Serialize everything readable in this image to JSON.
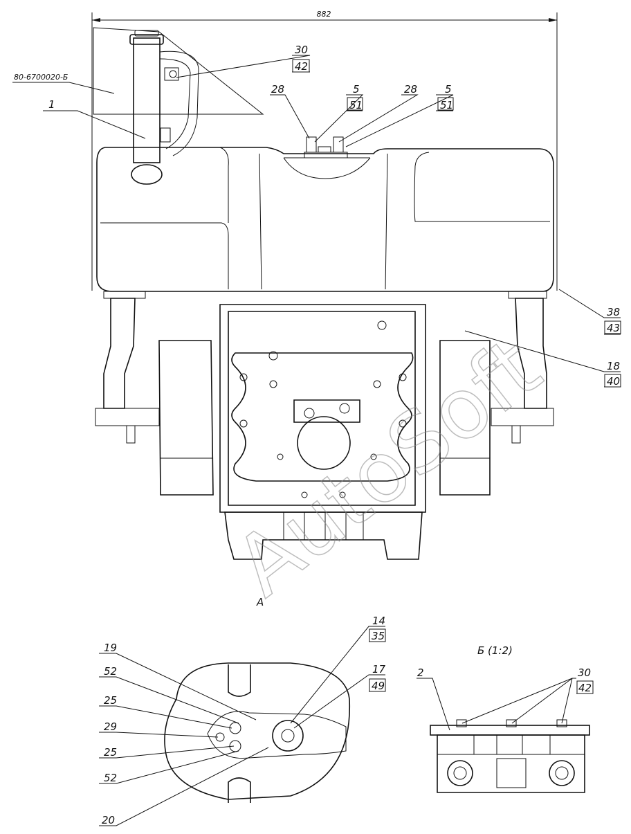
{
  "dimension": {
    "total_width": "882"
  },
  "callouts": {
    "assembly_ref": "80-6700020-Б",
    "c1": "1",
    "c30_42": {
      "top": "30",
      "bottom": "42"
    },
    "c28_left": "28",
    "c5_51_left": {
      "top": "5",
      "bottom": "51"
    },
    "c28_right": "28",
    "c5_51_right": {
      "top": "5",
      "bottom": "51"
    },
    "c38_43": {
      "top": "38",
      "bottom": "43"
    },
    "c18_40": {
      "top": "18",
      "bottom": "40"
    }
  },
  "view_a": {
    "title": "А",
    "labels": {
      "l19": "19",
      "l52a": "52",
      "l25a": "25",
      "l29": "29",
      "l25b": "25",
      "l52b": "52",
      "l20": "20",
      "l14_35": {
        "top": "14",
        "bottom": "35"
      },
      "l17_49": {
        "top": "17",
        "bottom": "49"
      }
    }
  },
  "view_b": {
    "title": "Б (1:2)",
    "labels": {
      "l2": "2",
      "l30_42": {
        "top": "30",
        "bottom": "42"
      }
    }
  },
  "watermark": "AutoSoft"
}
